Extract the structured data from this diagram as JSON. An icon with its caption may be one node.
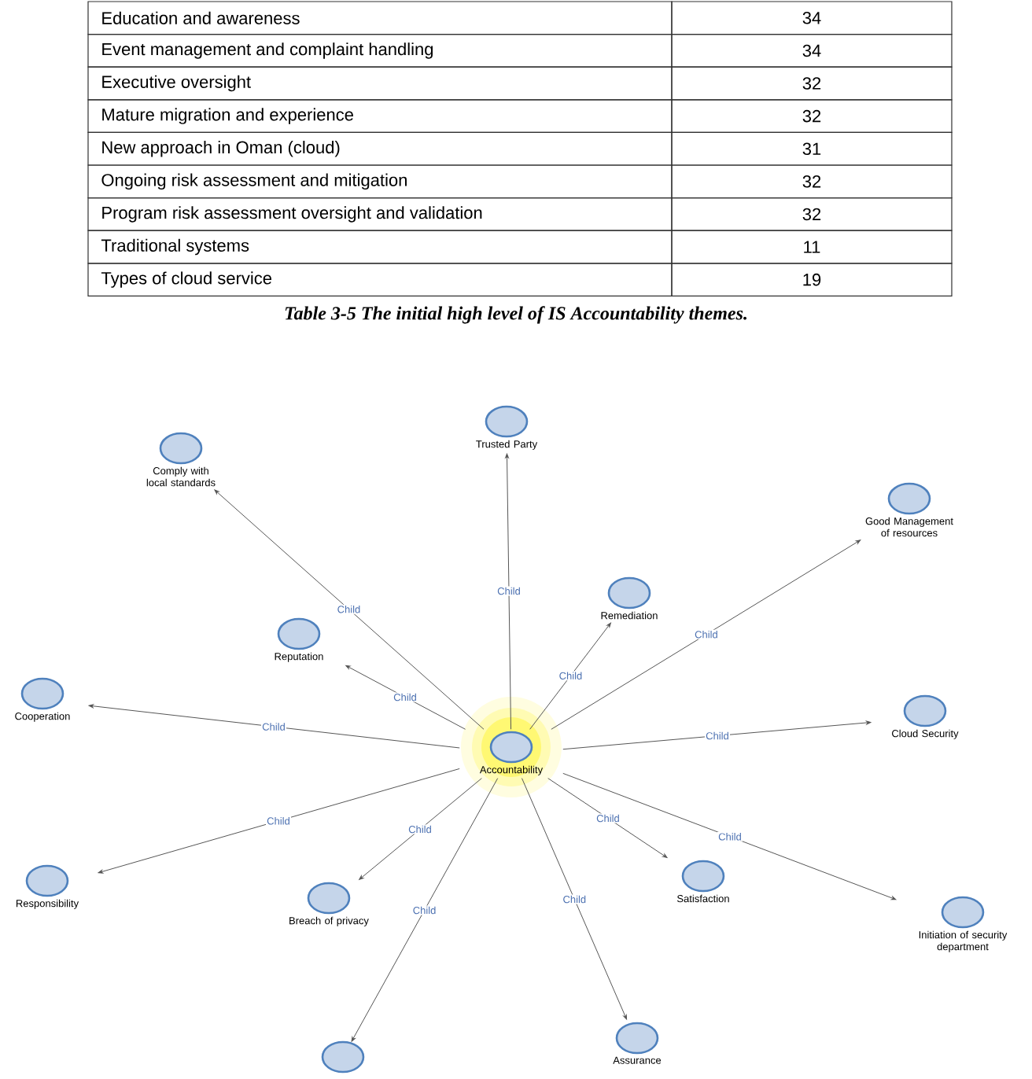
{
  "diagram": {
    "caption": "Table 3-5 The initial high level of IS Accountability themes.",
    "nodes": [
      {
        "text": [
          "Trusted Party"
        ]
      },
      {
        "text": [
          "Comply with local standards"
        ]
      },
      {
        "text": [
          "Good Management of resources"
        ]
      },
      {
        "text": [
          "Remediation"
        ]
      },
      {
        "text": [
          "Reputation"
        ]
      },
      {
        "text": [
          "Cooperation"
        ]
      },
      {
        "text": [
          "Cloud Security"
        ]
      },
      {
        "text": [
          "Accountability"
        ]
      },
      {
        "text": [
          "Satisfaction"
        ]
      },
      {
        "text": [
          "Responsibility"
        ]
      },
      {
        "text": [
          "Breach of privacy"
        ]
      },
      {
        "text": [
          "Initiation of security department"
        ]
      },
      {
        "text": [
          "Assurance"
        ]
      },
      {
        "text": [],
        "shape": "circle"
      }
    ],
    "edges": [
      {
        "from": 7,
        "to": 0,
        "arrow": "to",
        "label": "Child"
      },
      {
        "from": 7,
        "to": 1,
        "arrow": "to",
        "label": "Child"
      },
      {
        "from": 7,
        "to": 2,
        "arrow": "to",
        "label": "Child"
      },
      {
        "from": 7,
        "to": 3,
        "arrow": "to",
        "label": "Child"
      },
      {
        "from": 7,
        "to": 4,
        "arrow": "to",
        "label": "Child"
      },
      {
        "from": 7,
        "to": 5,
        "arrow": "to",
        "label": "Child"
      },
      {
        "from": 7,
        "to": 6,
        "arrow": "to",
        "label": "Child"
      },
      {
        "from": 7,
        "to": 8,
        "arrow": "to",
        "label": "Child"
      },
      {
        "from": 7,
        "to": 9,
        "arrow": "to",
        "label": "Child"
      },
      {
        "from": 7,
        "to": 10,
        "arrow": "to",
        "label": "Child"
      },
      {
        "from": 7,
        "to": 11,
        "arrow": "to",
        "label": "Child"
      },
      {
        "from": 7,
        "to": 12,
        "arrow": "to",
        "label": "Child"
      },
      {
        "from": 7,
        "to": 13,
        "arrow": "to",
        "label": "Child"
      }
    ],
    "labels": [
      "Education and awareness",
      "34",
      "Event management and complaint handling",
      "34",
      "Executive oversight",
      "32",
      "Mature migration and experience",
      "32",
      "New approach in Oman (cloud)",
      "31",
      "Ongoing risk assessment and mitigation",
      "32",
      "Program risk assessment oversight and validation",
      "32",
      "Traditional systems",
      "11",
      "Types of cloud service",
      "19"
    ]
  }
}
